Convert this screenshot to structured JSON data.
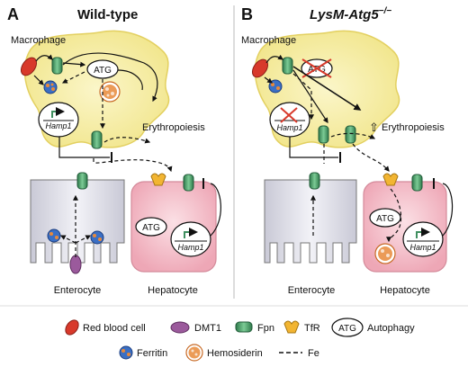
{
  "panels": {
    "a": {
      "letter": "A",
      "title": "Wild-type"
    },
    "b": {
      "letter": "B",
      "title": "LysM-Atg5",
      "title_sup": "−/−"
    }
  },
  "labels": {
    "macrophage": "Macrophage",
    "atg": "ATG",
    "hamp1": "Hamp1",
    "erythropoiesis": "Erythropoiesis",
    "enterocyte": "Enterocyte",
    "hepatocyte": "Hepatocyte",
    "up_arrow": "⇧"
  },
  "legend": {
    "red_blood_cell": "Red blood cell",
    "dmt1": "DMT1",
    "fpn": "Fpn",
    "tfr": "TfR",
    "atg": "ATG",
    "autophagy": "Autophagy",
    "ferritin": "Ferritin",
    "hemosiderin": "Hemosiderin",
    "fe": "Fe"
  },
  "colors": {
    "macrophage_fill": "#f7f0a8",
    "macrophage_edge": "#e9d96a",
    "enterocyte_fill": "#e6e6ee",
    "hepatocyte_fill": "#f6c6cf",
    "fpn_green": "#3f8f5f",
    "rbc_red": "#d8392b",
    "dmt1_purple": "#9b5a9c",
    "tfr_yellow": "#f2b532",
    "ferritin_blue": "#2f5fb0",
    "hemosiderin_orange": "#e8893a",
    "inhibit_red": "#d8392b"
  }
}
